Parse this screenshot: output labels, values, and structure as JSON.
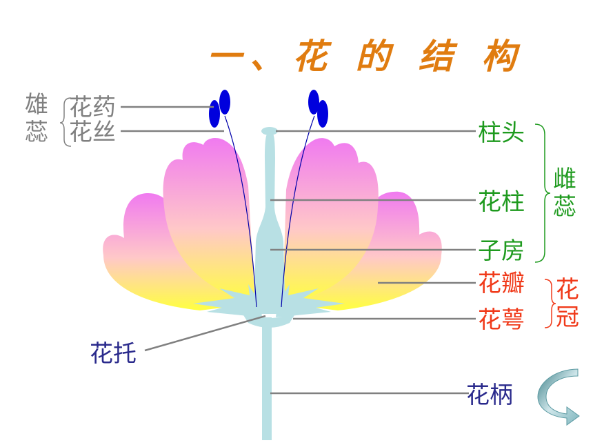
{
  "title": "一、花 的 结 构",
  "labels": {
    "stamen_group": "雄蕊",
    "anther": "花药",
    "filament": "花丝",
    "stigma": "柱头",
    "style": "花柱",
    "ovary": "子房",
    "pistil_group": "雌蕊",
    "petal": "花瓣",
    "sepal": "花萼",
    "corolla_group": "花冠",
    "receptacle": "花托",
    "pedicel": "花柄"
  },
  "colors": {
    "title": "#E07C10",
    "stamen_labels": "#808080",
    "pistil_labels": "#1E9A1E",
    "petal_labels": "#F03A1A",
    "stem_labels": "#2A2A8C",
    "anther_fill": "#0000DD",
    "pistil_fill": "#B8E0E4",
    "petal_top": "#F07AF0",
    "petal_bottom": "#FFFF40"
  },
  "icons": {
    "return": "curved-arrow-icon"
  }
}
